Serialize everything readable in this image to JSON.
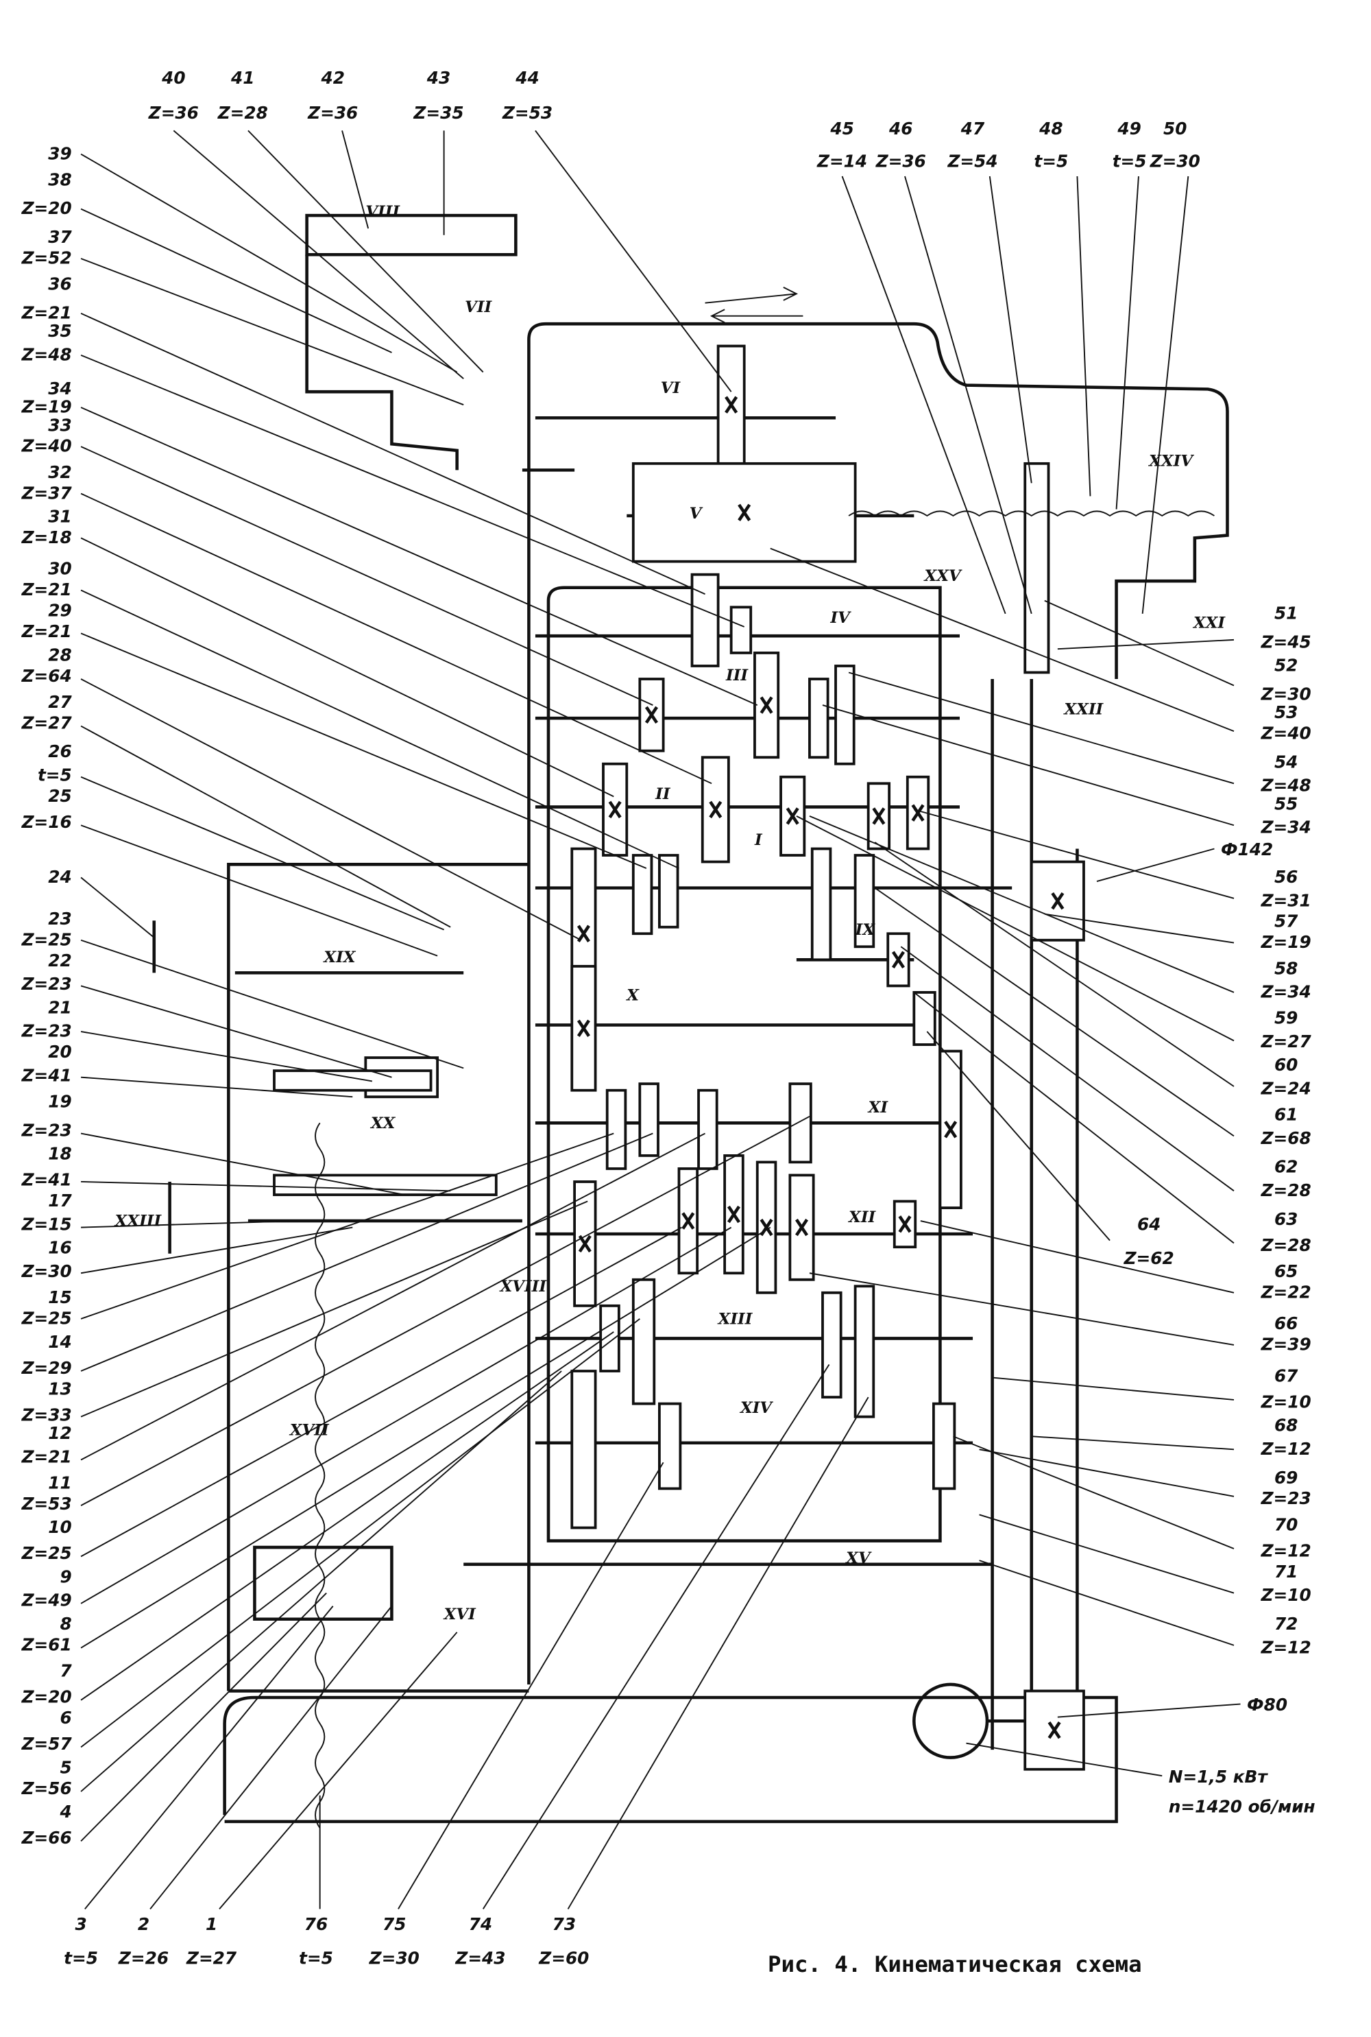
{
  "caption": "Рис. 4. Кинематическая схема",
  "motor": {
    "power": "N=1,5 кВт",
    "speed": "n=1420 об/мин"
  },
  "pulleys": [
    {
      "label": "Ф142"
    },
    {
      "label": "Ф80"
    }
  ],
  "shafts": [
    "I",
    "II",
    "III",
    "IV",
    "V",
    "VI",
    "VII",
    "VIII",
    "IX",
    "X",
    "XI",
    "XII",
    "XIII",
    "XIV",
    "XV",
    "XVI",
    "XVII",
    "XVIII",
    "XIX",
    "XX",
    "XXI",
    "XXII",
    "XXIII",
    "XXIV",
    "XXV"
  ],
  "parts": [
    {
      "n": "1",
      "spec": "Z=27"
    },
    {
      "n": "2",
      "spec": "Z=26"
    },
    {
      "n": "3",
      "spec": "t=5"
    },
    {
      "n": "4",
      "spec": "Z=66"
    },
    {
      "n": "5",
      "spec": "Z=56"
    },
    {
      "n": "6",
      "spec": "Z=57"
    },
    {
      "n": "7",
      "spec": "Z=20"
    },
    {
      "n": "8",
      "spec": "Z=61"
    },
    {
      "n": "9",
      "spec": "Z=49"
    },
    {
      "n": "10",
      "spec": "Z=25"
    },
    {
      "n": "11",
      "spec": "Z=53"
    },
    {
      "n": "12",
      "spec": "Z=21"
    },
    {
      "n": "13",
      "spec": "Z=33"
    },
    {
      "n": "14",
      "spec": "Z=29"
    },
    {
      "n": "15",
      "spec": "Z=25"
    },
    {
      "n": "16",
      "spec": "Z=30"
    },
    {
      "n": "17",
      "spec": "Z=15"
    },
    {
      "n": "18",
      "spec": "Z=41"
    },
    {
      "n": "19",
      "spec": "Z=23"
    },
    {
      "n": "20",
      "spec": "Z=41"
    },
    {
      "n": "21",
      "spec": "Z=23"
    },
    {
      "n": "22",
      "spec": "Z=23"
    },
    {
      "n": "23",
      "spec": "Z=25"
    },
    {
      "n": "24",
      "spec": ""
    },
    {
      "n": "25",
      "spec": "Z=16"
    },
    {
      "n": "26",
      "spec": "t=5"
    },
    {
      "n": "27",
      "spec": "Z=27"
    },
    {
      "n": "28",
      "spec": "Z=64"
    },
    {
      "n": "29",
      "spec": "Z=21"
    },
    {
      "n": "30",
      "spec": "Z=21"
    },
    {
      "n": "31",
      "spec": "Z=18"
    },
    {
      "n": "32",
      "spec": "Z=37"
    },
    {
      "n": "33",
      "spec": "Z=40"
    },
    {
      "n": "34",
      "spec": "Z=19"
    },
    {
      "n": "35",
      "spec": "Z=48"
    },
    {
      "n": "36",
      "spec": "Z=21"
    },
    {
      "n": "37",
      "spec": "Z=52"
    },
    {
      "n": "38",
      "spec": "Z=20"
    },
    {
      "n": "39",
      "spec": ""
    },
    {
      "n": "40",
      "spec": "Z=36"
    },
    {
      "n": "41",
      "spec": "Z=28"
    },
    {
      "n": "42",
      "spec": "Z=36"
    },
    {
      "n": "43",
      "spec": "Z=35"
    },
    {
      "n": "44",
      "spec": "Z=53"
    },
    {
      "n": "45",
      "spec": "Z=14"
    },
    {
      "n": "46",
      "spec": "Z=36"
    },
    {
      "n": "47",
      "spec": "Z=54"
    },
    {
      "n": "48",
      "spec": "t=5"
    },
    {
      "n": "49",
      "spec": "t=5"
    },
    {
      "n": "50",
      "spec": "Z=30"
    },
    {
      "n": "51",
      "spec": "Z=45"
    },
    {
      "n": "52",
      "spec": "Z=30"
    },
    {
      "n": "53",
      "spec": "Z=40"
    },
    {
      "n": "54",
      "spec": "Z=48"
    },
    {
      "n": "55",
      "spec": "Z=34"
    },
    {
      "n": "56",
      "spec": "Z=31"
    },
    {
      "n": "57",
      "spec": "Z=19"
    },
    {
      "n": "58",
      "spec": "Z=34"
    },
    {
      "n": "59",
      "spec": "Z=27"
    },
    {
      "n": "60",
      "spec": "Z=24"
    },
    {
      "n": "61",
      "spec": "Z=68"
    },
    {
      "n": "62",
      "spec": "Z=28"
    },
    {
      "n": "63",
      "spec": "Z=28"
    },
    {
      "n": "64",
      "spec": "Z=62"
    },
    {
      "n": "65",
      "spec": "Z=22"
    },
    {
      "n": "66",
      "spec": "Z=39"
    },
    {
      "n": "67",
      "spec": "Z=10"
    },
    {
      "n": "68",
      "spec": "Z=12"
    },
    {
      "n": "69",
      "spec": "Z=23"
    },
    {
      "n": "70",
      "spec": "Z=12"
    },
    {
      "n": "71",
      "spec": "Z=10"
    },
    {
      "n": "72",
      "spec": "Z=12"
    },
    {
      "n": "73",
      "spec": "Z=60"
    },
    {
      "n": "74",
      "spec": "Z=43"
    },
    {
      "n": "75",
      "spec": "Z=30"
    },
    {
      "n": "76",
      "spec": "t=5"
    }
  ]
}
